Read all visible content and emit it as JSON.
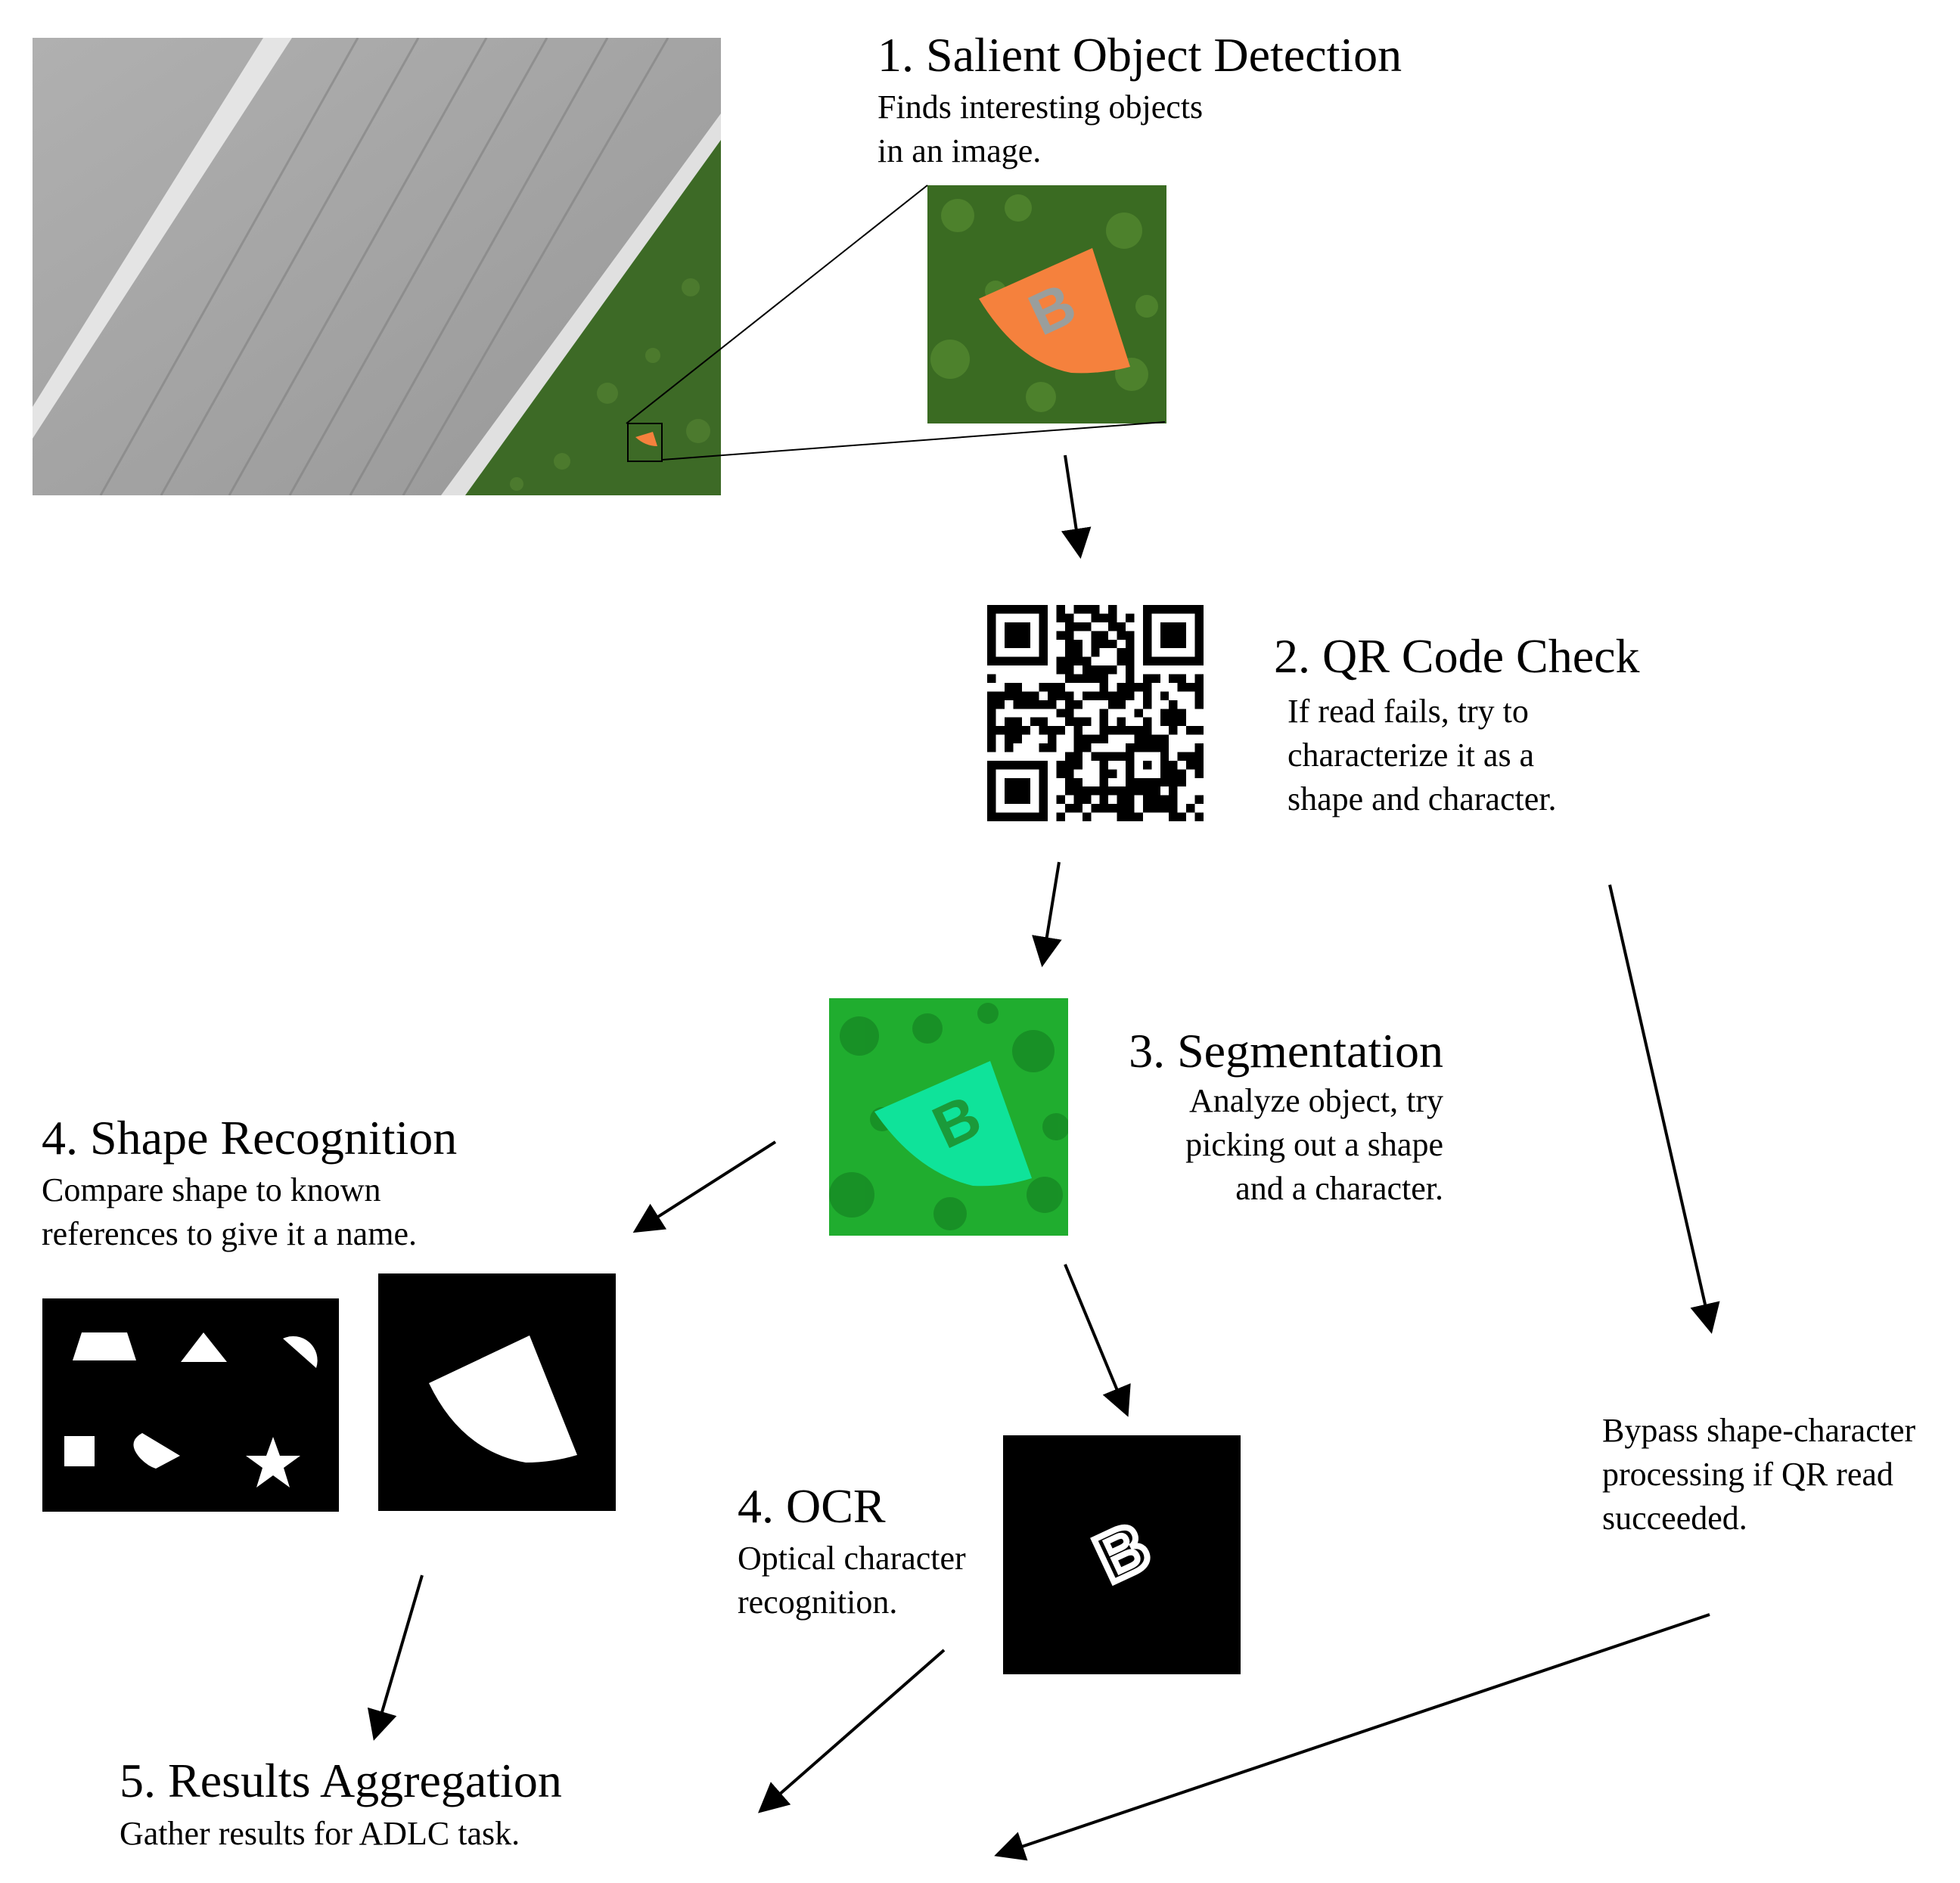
{
  "steps": {
    "salient": {
      "title": "1. Salient Object Detection",
      "desc": [
        "Finds interesting objects",
        "in an image."
      ]
    },
    "qr": {
      "title": "2. QR Code Check",
      "desc": [
        "If read fails, try to",
        "characterize it as a",
        "shape and character."
      ]
    },
    "segmentation": {
      "title": "3. Segmentation",
      "desc": [
        "Analyze object, try",
        "picking out a shape",
        "and a character."
      ]
    },
    "shape": {
      "title": "4. Shape Recognition",
      "desc": [
        "Compare shape to known",
        "references to give it a name."
      ]
    },
    "ocr": {
      "title": "4. OCR",
      "desc": [
        "Optical character",
        "recognition."
      ]
    },
    "results": {
      "title": "5. Results Aggregation",
      "desc": [
        "Gather results for ADLC task."
      ]
    }
  },
  "bypass_note": [
    "Bypass shape-character",
    "processing if QR read",
    "succeeded."
  ],
  "target_letter": "B",
  "colors": {
    "runway": "#a3a3a3",
    "grass": "#3f6a25",
    "target_orange": "#f5813d",
    "segment_green": "#1fae2e",
    "segment_target": "#0fe39a",
    "arrow": "#000000"
  },
  "icons": {
    "aerial_photo": "runway-aerial-photo",
    "crop_photo": "target-crop-photo",
    "qr": "qr-code-icon",
    "segmentation": "segmentation-map",
    "references": "reference-shapes-panel",
    "mask": "shape-mask",
    "character_mask": "character-mask"
  }
}
